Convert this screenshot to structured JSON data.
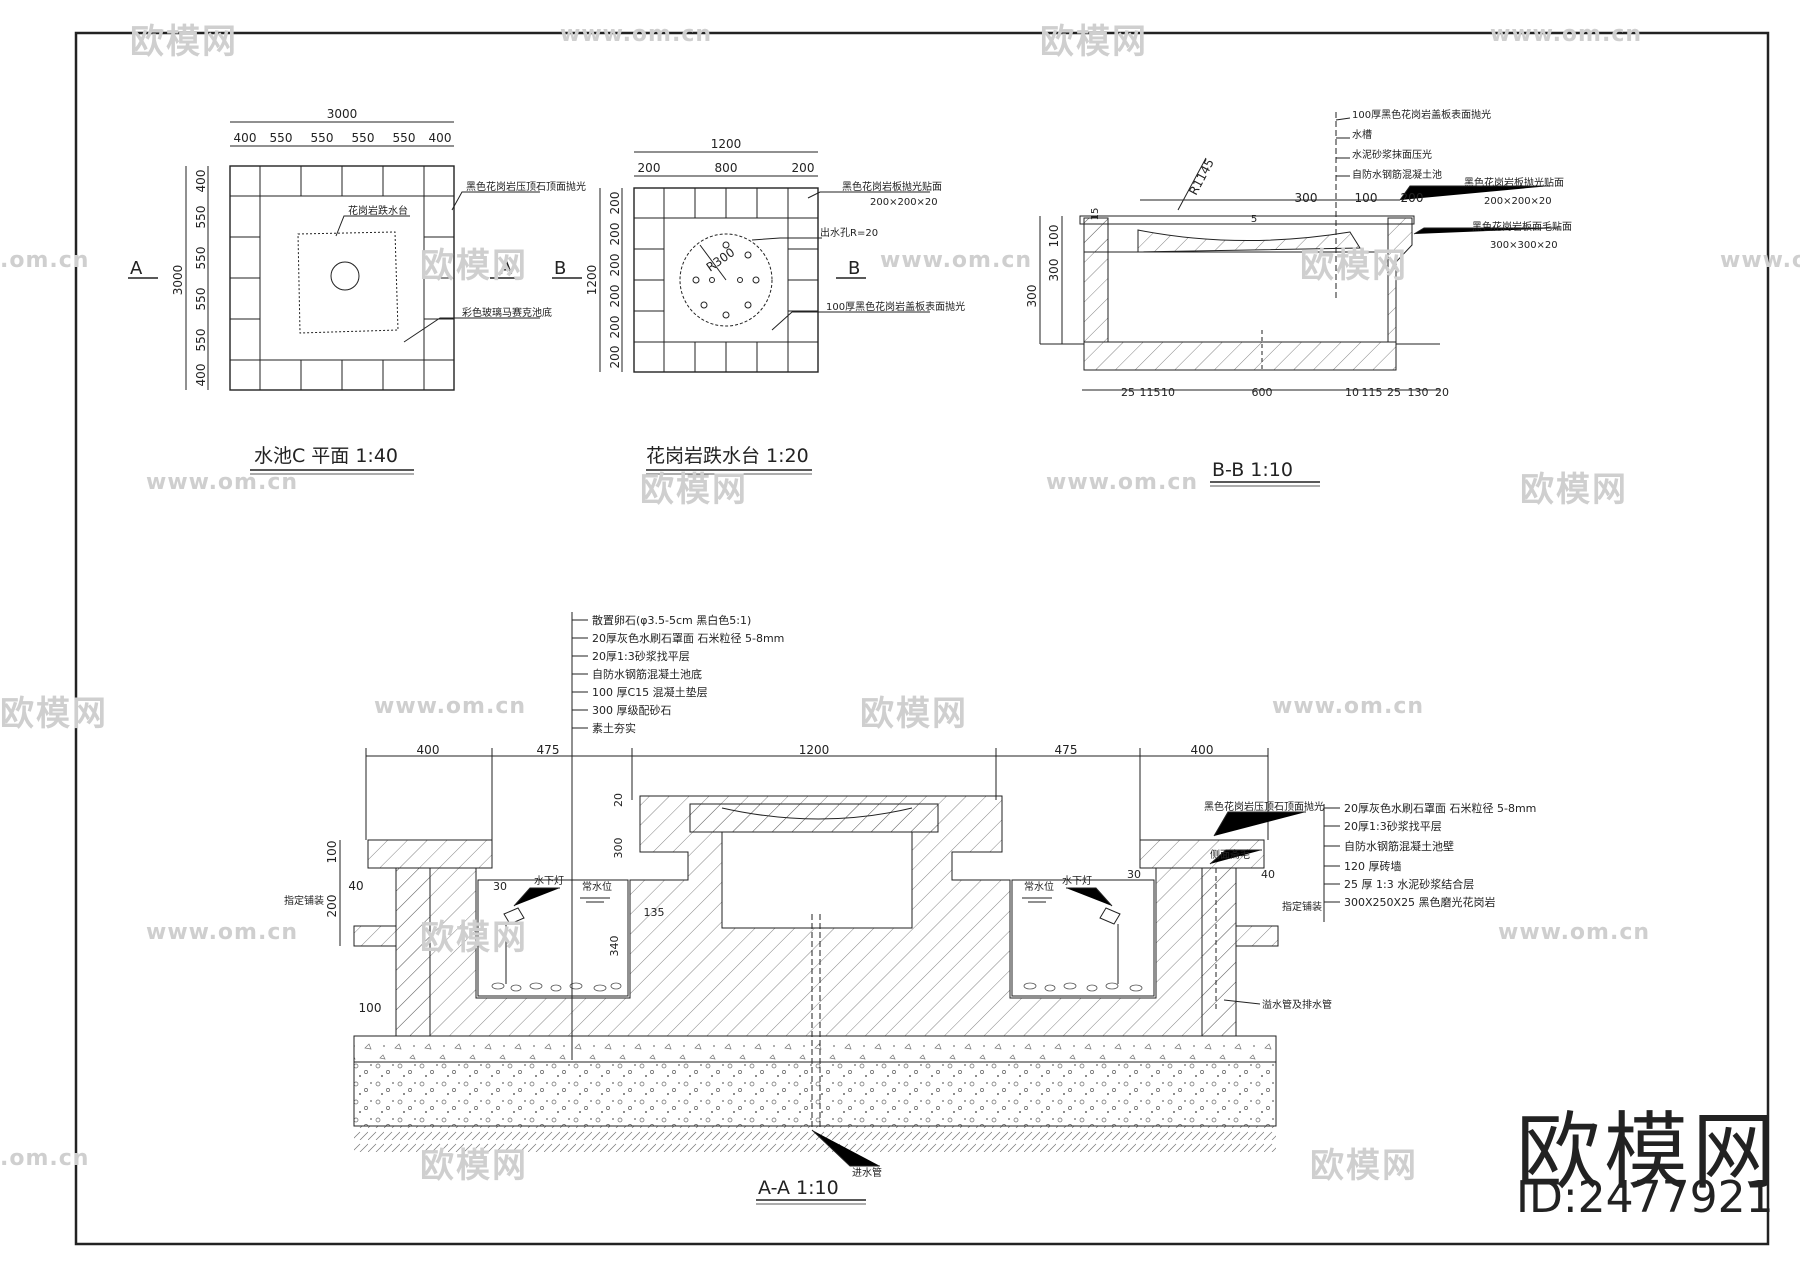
{
  "drawings": {
    "plan_c": {
      "title": "水池C  平面 1:40",
      "overall_width": "3000",
      "overall_height": "3000",
      "top_dims": [
        "400",
        "550",
        "550",
        "550",
        "550",
        "400"
      ],
      "left_dims": [
        "400",
        "550",
        "550",
        "550",
        "550",
        "400"
      ],
      "callouts": [
        "黑色花岗岩压顶石顶面抛光",
        "花岗岩跌水台",
        "彩色玻璃马赛克池底"
      ],
      "section_mark": "A"
    },
    "cascade_plan": {
      "title": "花岗岩跌水台  1:20",
      "overall_width": "1200",
      "top_dims": [
        "200",
        "800",
        "200"
      ],
      "overall_height": "1200",
      "left_dims": [
        "200",
        "200",
        "200",
        "200",
        "200",
        "200"
      ],
      "radius": "R300",
      "callouts": [
        "黑色花岗岩板抛光贴面",
        "200×200×20",
        "出水孔R=20",
        "100厚黑色花岗岩盖板表面抛光"
      ],
      "section_mark": "B"
    },
    "section_bb": {
      "title": "B-B    1:10",
      "radius": "R1145",
      "callouts": [
        "100厚黑色花岗岩盖板表面抛光",
        "水槽",
        "水泥砂浆抹面压光",
        "自防水钢筋混凝土池",
        "黑色花岗岩板抛光贴面",
        "200×200×20",
        "黑色花岗岩板面毛贴面",
        "300×300×20"
      ],
      "top_dims": [
        "300",
        "100",
        "200"
      ],
      "left_dims": [
        "100",
        "300",
        "300",
        "15"
      ],
      "bottom_dims": [
        "25",
        "115",
        "10",
        "600",
        "10",
        "115",
        "25",
        "130",
        "20"
      ],
      "small_dim": "5"
    },
    "section_aa": {
      "title": "A-A    1:10",
      "top_dims": [
        "400",
        "475",
        "1200",
        "475",
        "400"
      ],
      "left_dims": [
        "100",
        "200",
        "40",
        "100"
      ],
      "inner_dims": [
        "20",
        "300",
        "135",
        "340",
        "30",
        "30",
        "40"
      ],
      "layers_left": [
        "散置卵石(φ3.5-5cm  黑白色5:1)",
        "20厚灰色水刷石罩面  石米粒径 5-8mm",
        "20厚1:3砂浆找平层",
        "自防水钢筋混凝土池底",
        "100 厚C15 混凝土垫层",
        "300 厚级配砂石",
        "素土夯实"
      ],
      "layers_right": [
        "20厚灰色水刷石罩面  石米粒径 5-8mm",
        "20厚1:3砂浆找平层",
        "自防水钢筋混凝土池壁",
        "120 厚砖墙",
        "25 厚 1:3 水泥砂浆结合层",
        "300X250X25  黑色磨光花岗岩"
      ],
      "right_top_label": "黑色花岗岩压顶石顶面抛光",
      "right_mid_label": "侧面斋毛",
      "paving_label": "指定铺装",
      "water_level": "常水位",
      "light": "水下灯",
      "overflow": "溢水管及排水管",
      "inlet": "进水管"
    }
  },
  "watermark": {
    "brand": "欧模网",
    "url": "www.om.cn",
    "url_short": ".om.cn",
    "id": "ID:2477921"
  },
  "colors": {
    "line": "#222222",
    "watermark": "#cfcfcf",
    "hatch": "#555555"
  }
}
